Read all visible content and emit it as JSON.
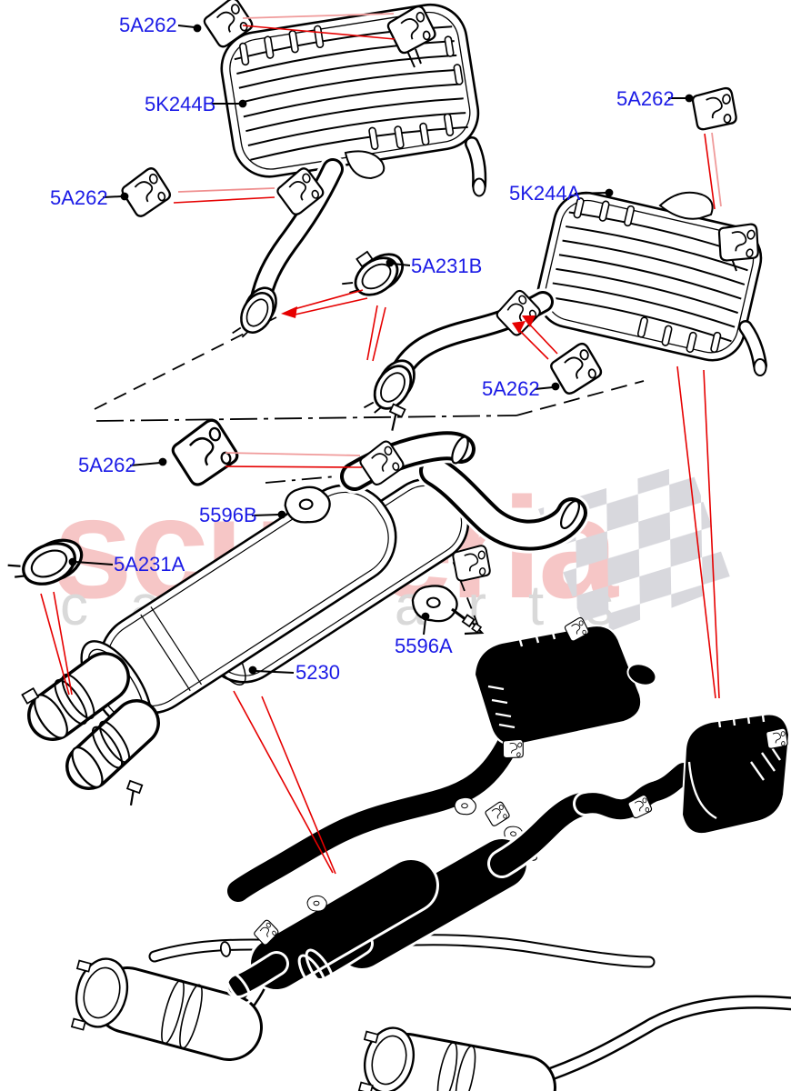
{
  "watermark": {
    "primary_text": "scuderia",
    "secondary_text": "car parts",
    "primary_color": "#f6c6c6",
    "secondary_color": "#d9d9d9",
    "flag_color": "#d8d8dd"
  },
  "colors": {
    "label_text": "#1b1be6",
    "leader_line_red": "#e60000",
    "leader_line_pink": "#f09b9b",
    "drawing_line": "#000000",
    "background": "#ffffff"
  },
  "part_numbers": [
    "5A262",
    "5K244B",
    "5K244A",
    "5A231B",
    "5A231A",
    "5596B",
    "5596A",
    "5230"
  ],
  "callouts": [
    {
      "id": "5A262-top-left",
      "text": "5A262"
    },
    {
      "id": "5K244B",
      "text": "5K244B"
    },
    {
      "id": "5A262-top-right",
      "text": "5A262"
    },
    {
      "id": "5A262-left",
      "text": "5A262"
    },
    {
      "id": "5K244A",
      "text": "5K244A"
    },
    {
      "id": "5A231B",
      "text": "5A231B"
    },
    {
      "id": "5A262-middle",
      "text": "5A262"
    },
    {
      "id": "5A262-mid-left",
      "text": "5A262"
    },
    {
      "id": "5596B",
      "text": "5596B"
    },
    {
      "id": "5A231A",
      "text": "5A231A"
    },
    {
      "id": "5596A",
      "text": "5596A"
    },
    {
      "id": "5230",
      "text": "5230"
    }
  ]
}
